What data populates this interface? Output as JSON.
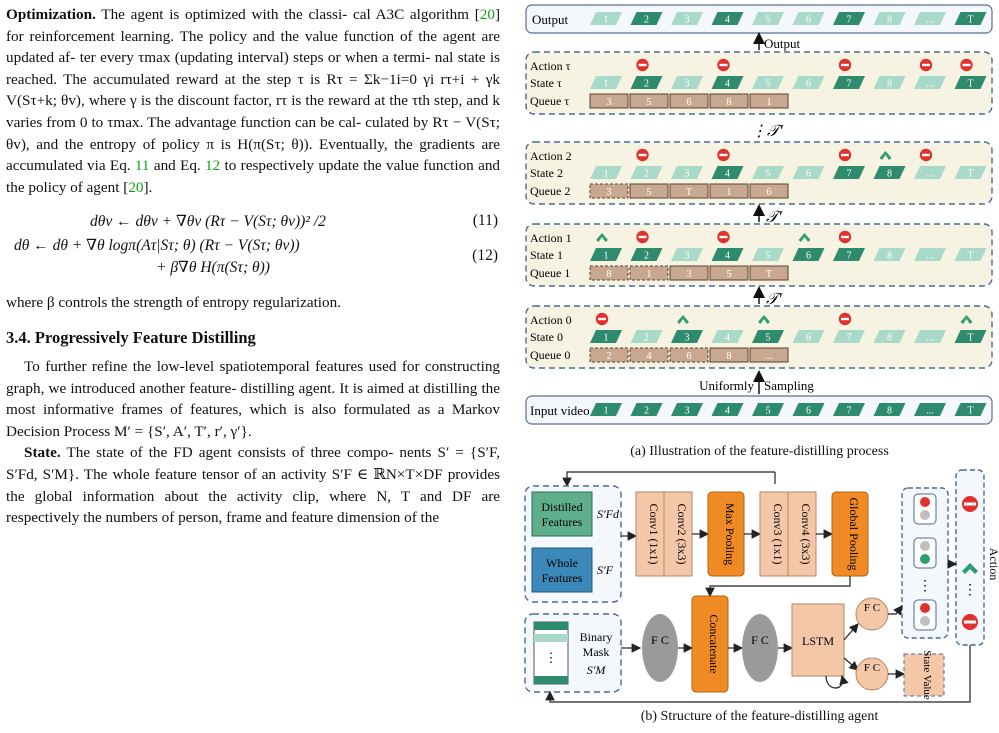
{
  "left_column": {
    "optim_heading": "Optimization.",
    "optim_l1": "The agent is optimized with the classi-",
    "optim_l2a": "cal A3C algorithm [",
    "optim_cite1": "20",
    "optim_l2b": "] for reinforcement learning. The",
    "optim_l3": "policy and the value function of the agent are updated af-",
    "optim_l4": "ter every τmax (updating interval) steps or when a termi-",
    "optim_l5": "nal state is reached. The accumulated reward at the step",
    "optim_l6": "τ is Rτ = Σk−1i=0 γi rτ+i + γk V(Sτ+k; θv), where γ is",
    "optim_l7": "the discount factor, rτ is the reward at the τth step, and k",
    "optim_l8": "varies from 0 to τmax. The advantage function can be cal-",
    "optim_l9": "culated by Rτ − V(Sτ; θv), and the entropy of policy π is",
    "optim_l10": "H(π(Sτ; θ)). Eventually, the gradients are accumulated via",
    "optim_l11a": "Eq. ",
    "optim_eq11": "11",
    "optim_l11b": " and Eq. ",
    "optim_eq12": "12",
    "optim_l11c": " to respectively update the value function",
    "optim_l12a": "and the policy of agent [",
    "optim_cite2": "20",
    "optim_l12b": "].",
    "eq11": "dθv ← dθv + ∇θv (Rτ − V(Sτ; θv))² /2",
    "eq11_num": "(11)",
    "eq12_a": "dθ ← dθ + ∇θ logπ(Aτ|Sτ; θ) (Rτ − V(Sτ; θv))",
    "eq12_b": "+ β∇θ H(π(Sτ; θ))",
    "eq12_num": "(12)",
    "beta_line": "where β controls the strength of entropy regularization.",
    "section_heading": "3.4. Progressively Feature Distilling",
    "p2_l1": "To further refine the low-level spatiotemporal features",
    "p2_l2": "used for constructing graph, we introduced another feature-",
    "p2_l3": "distilling agent. It is aimed at distilling the most informative",
    "p2_l4": "frames of features, which is also formulated as a Markov",
    "p2_l5": "Decision Process M′ = {S′, A′, T′, r′, γ′}.",
    "state_heading": "State.",
    "p3_l1": "The state of the FD agent consists of three compo-",
    "p3_l2": "nents S′ = {S′F, S′Fd, S′M}. The whole feature tensor of an",
    "p3_l3": "activity S′F ∈ ℝN×T×DF provides the global information",
    "p3_l4": "about the activity clip, where N, T and DF are respectively",
    "p3_l5": "the numbers of person, frame and feature dimension of the"
  },
  "figure_a": {
    "output_label": "Output",
    "output_arrow_label": "Output",
    "output_frames": [
      "1",
      "2",
      "3",
      "4",
      "5",
      "6",
      "7",
      "8",
      "...",
      "T"
    ],
    "block_tau": {
      "action": "Action τ",
      "state": "State τ",
      "queue": "Queue τ",
      "state_frames": [
        "1",
        "2",
        "3",
        "4",
        "5",
        "6",
        "7",
        "8",
        "...",
        "T"
      ],
      "queue_cells": [
        "3",
        "5",
        "6",
        "8",
        "1"
      ]
    },
    "transition_tau": "⋮𝒯′",
    "block_2": {
      "action": "Action 2",
      "state": "State 2",
      "queue": "Queue 2",
      "state_frames": [
        "1",
        "2",
        "3",
        "4",
        "5",
        "6",
        "7",
        "8",
        "...",
        "T"
      ],
      "queue_cells": [
        "3",
        "5",
        "T",
        "1",
        "6"
      ]
    },
    "transition_2": "𝒯′",
    "block_1": {
      "action": "Action 1",
      "state": "State 1",
      "queue": "Queue 1",
      "state_frames": [
        "1",
        "2",
        "3",
        "4",
        "5",
        "6",
        "7",
        "8",
        "...",
        "T"
      ],
      "queue_cells": [
        "8",
        "1",
        "3",
        "5",
        "T"
      ]
    },
    "transition_1": "𝒯′",
    "block_0": {
      "action": "Action 0",
      "state": "State 0",
      "queue": "Queue 0",
      "state_frames": [
        "1",
        "2",
        "3",
        "4",
        "5",
        "6",
        "7",
        "8",
        "...",
        "T"
      ],
      "queue_cells": [
        "2",
        "4",
        "6",
        "8",
        "..."
      ]
    },
    "sampling_label_a": "Uniformly",
    "sampling_label_b": "Sampling",
    "input_label": "Input video",
    "input_frames": [
      "1",
      "2",
      "3",
      "4",
      "5",
      "6",
      "7",
      "8",
      "...",
      "T"
    ],
    "caption": "(a) Illustration of the feature-distilling process"
  },
  "figure_b": {
    "distilled_features": [
      "Distilled",
      "Features"
    ],
    "whole_features": [
      "Whole",
      "Features"
    ],
    "s_fd": "S′Fd",
    "s_f": "S′F",
    "conv1": "Conv1 (1x1)",
    "conv2": "Conv2 (3x3)",
    "max_pool": "Max Pooling",
    "conv3": "Conv3 (1x1)",
    "conv4": "Conv4 (3x3)",
    "global_pool": "Global Pooling",
    "binary_mask": [
      "Binary",
      "Mask"
    ],
    "s_m": "S′M",
    "fc": "F C",
    "concatenate": "Concatenate",
    "lstm": "LSTM",
    "state_value": "State Value",
    "action": "Action",
    "dots": "⋮",
    "caption": "(b) Structure of the feature-distilling agent"
  },
  "colors": {
    "green_dark": "#2e8b6e",
    "green_light": "#a9d9c9",
    "orange": "#f08a24",
    "peach": "#f5c7a9",
    "red": "#e0312d",
    "blue": "#3c88b8",
    "dashed": "#4a6a9a",
    "block_bg": "#f7f3e2"
  }
}
